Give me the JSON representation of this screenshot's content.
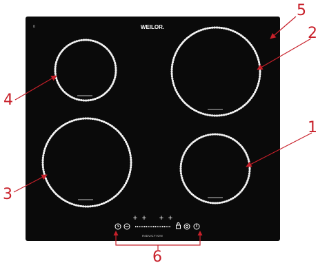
{
  "brand": "WEILOR.",
  "panel_label": "INDUCTION",
  "plus_glyph": "+",
  "callouts": [
    "1",
    "2",
    "3",
    "4",
    "5",
    "6"
  ],
  "colors": {
    "cooktop": "#0a0a0a",
    "ring_dots": "#f2f2f2",
    "callout": "#c8202a",
    "brand_text": "#ffffff"
  },
  "icons": [
    "timer-icon",
    "minus-icon",
    "lock-icon",
    "boost-icon",
    "power-icon"
  ]
}
